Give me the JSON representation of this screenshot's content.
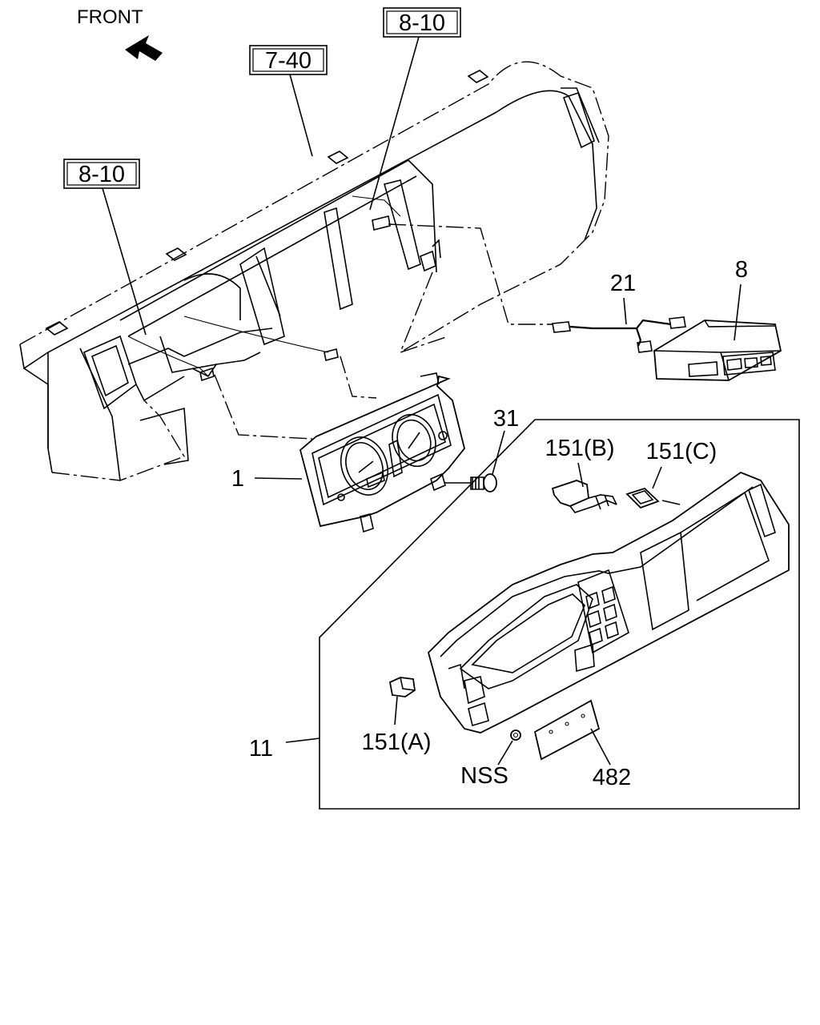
{
  "diagram": {
    "orientation_label": "FRONT",
    "ref_boxes": {
      "top": "8-10",
      "middle": "7-40",
      "left": "8-10"
    },
    "callouts": {
      "cluster": "1",
      "bezel": "11",
      "screw": "31",
      "harness": "21",
      "module": "8",
      "clip_a": "151(A)",
      "clip_b": "151(B)",
      "clip_c": "151(C)",
      "plate": "482",
      "nut": "NSS"
    }
  }
}
